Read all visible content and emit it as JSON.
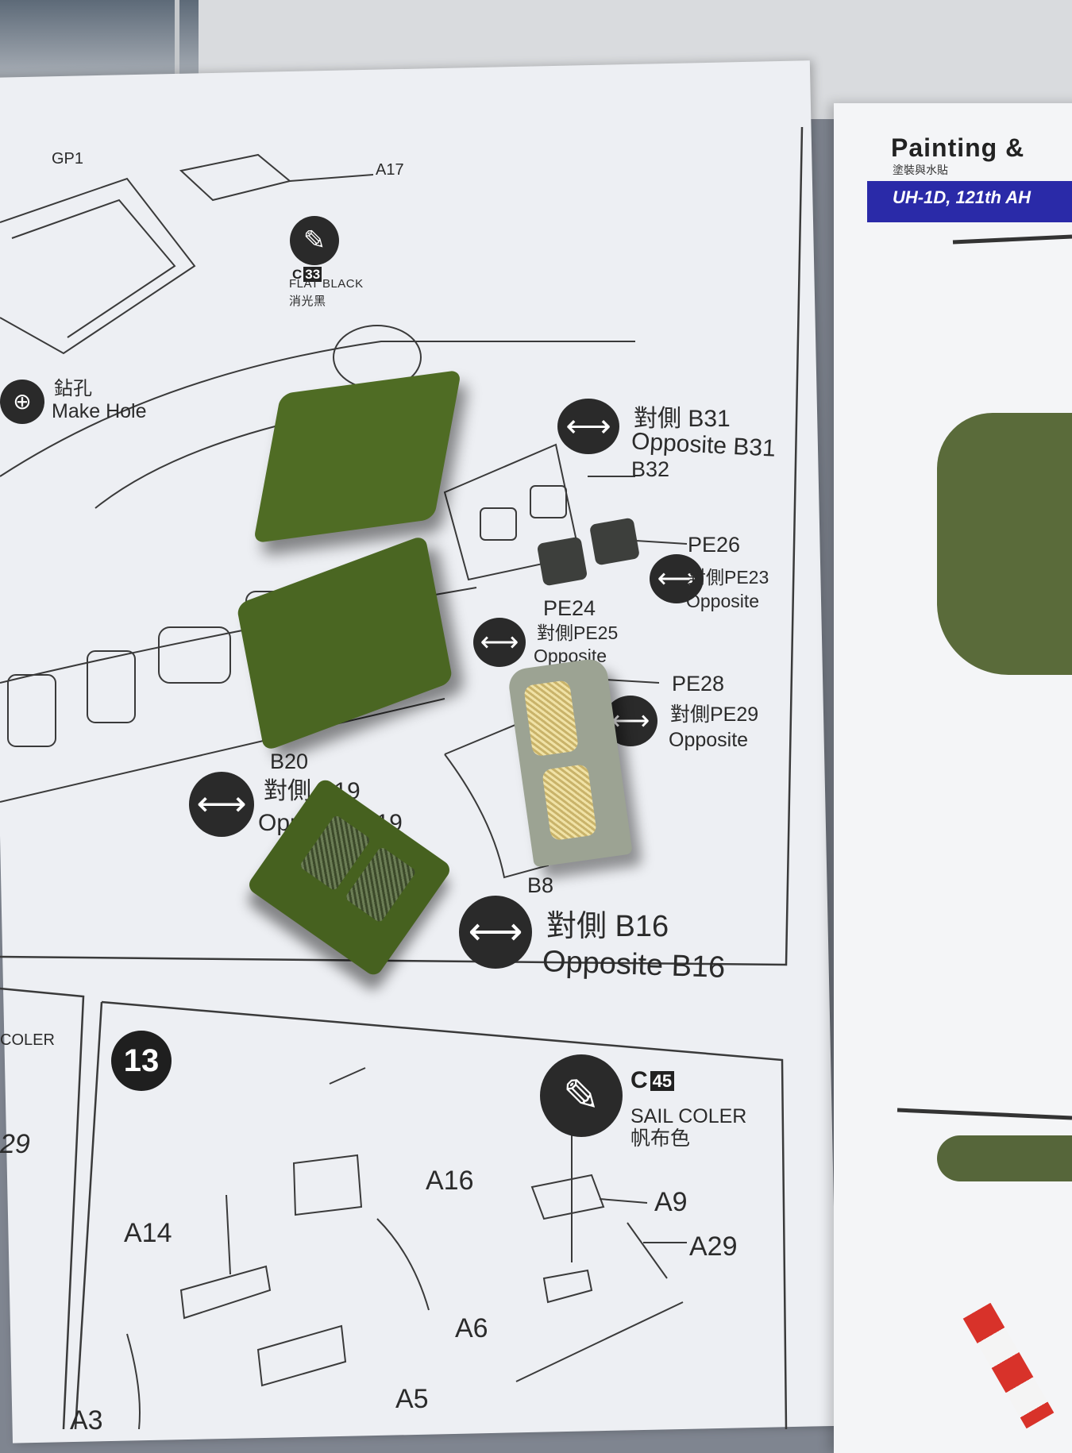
{
  "left_page": {
    "top_callouts": {
      "gp1": "GP1",
      "a17": "A17",
      "paint_code": "C",
      "paint_num": "33",
      "paint_name": "FLAT BLACK",
      "paint_cn": "消光黑",
      "hole_cn": "鉆孔",
      "hole_en": "Make Hole"
    },
    "step_12_callouts": {
      "opp_b31_cn": "對側 B31",
      "opp_b31_en": "Opposite B31",
      "b32": "B32",
      "pe26": "PE26",
      "pe23_cn": "對側PE23",
      "pe23_en": "Opposite",
      "pe24": "PE24",
      "pe25_cn": "對側PE25",
      "pe25_en": "Opposite",
      "pe28": "PE28",
      "pe29_cn": "對側PE29",
      "pe29_en": "Opposite",
      "b20": "B20",
      "b19_cn": "對側 B19",
      "b19_en": "Opposite B19",
      "b8": "B8",
      "b16_cn": "對側 B16",
      "b16_en": "Opposite B16"
    },
    "step_13": {
      "step_number": "13",
      "paint_code": "C",
      "paint_num": "45",
      "paint_name": "SAIL COLER",
      "paint_cn": "帆布色",
      "parts": {
        "a16": "A16",
        "a14": "A14",
        "a9": "A9",
        "a29": "A29",
        "a6": "A6",
        "a5": "A5",
        "a3": "A3"
      }
    },
    "side_panel": {
      "coler_fragment": "COLER",
      "num_fragment": "29"
    }
  },
  "right_page": {
    "title": "Painting &",
    "subtitle_cn": "塗裝與水貼",
    "banner": "UH-1D, 121th AH"
  },
  "colors": {
    "desk_grey": "#7f8590",
    "paper": "#eceef2",
    "olive_part": "#4d6a24",
    "grey_part": "#9aa194",
    "mesh_brass": "#e0d08a",
    "banner_blue": "#2a2aa8"
  }
}
